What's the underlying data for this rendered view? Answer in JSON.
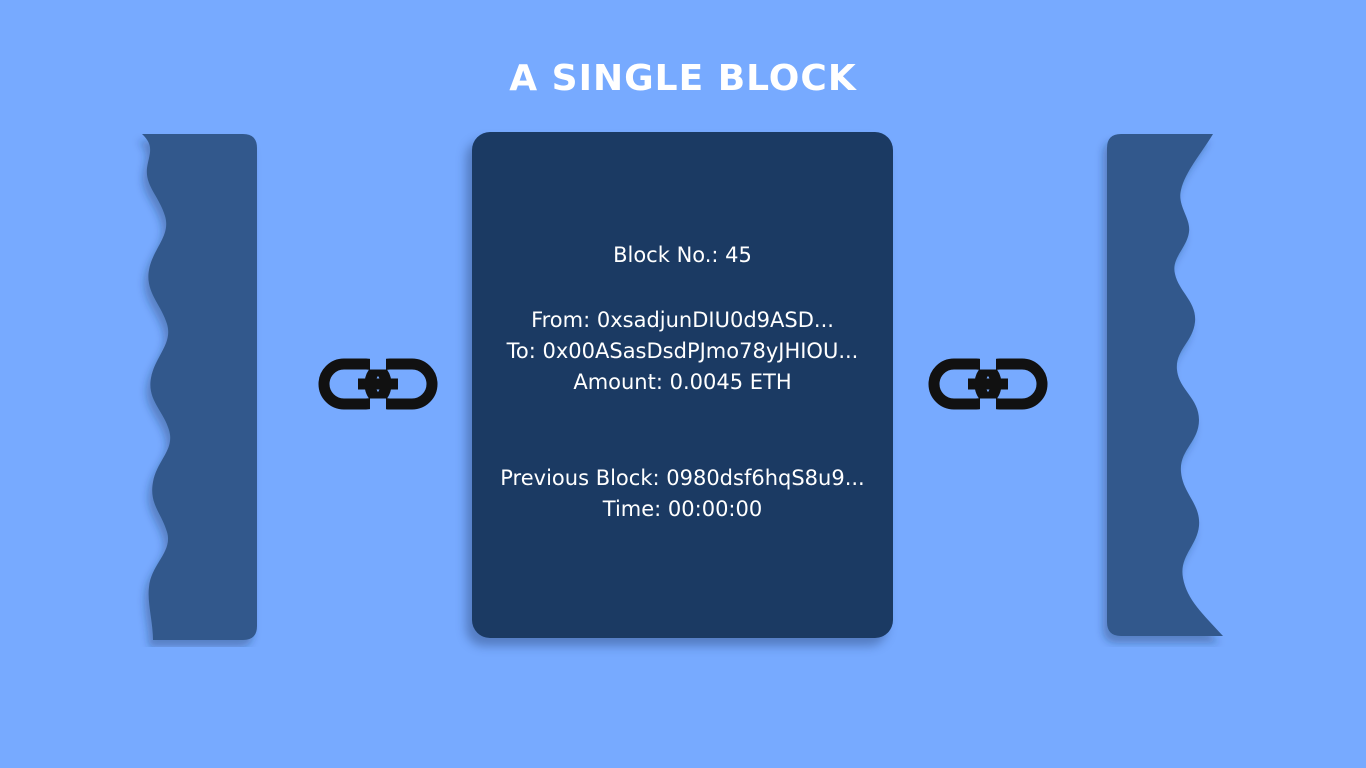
{
  "title": "A SINGLE BLOCK",
  "block": {
    "number_line": "Block No.: 45",
    "from_line": "From: 0xsadjunDIU0d9ASD...",
    "to_line": "To: 0x00ASasDsdPJmo78yJHIOU...",
    "amount_line": "Amount: 0.0045 ETH",
    "previous_line": "Previous Block: 0980dsf6hqS8u9...",
    "time_line": "Time: 00:00:00"
  },
  "icons": {
    "left_link": "link-icon",
    "right_link": "link-icon"
  },
  "colors": {
    "background": "#77aaff",
    "block": "#1b3a63",
    "neighbor_block": "#33598c",
    "text": "#ffffff",
    "link_icon": "#111111"
  }
}
